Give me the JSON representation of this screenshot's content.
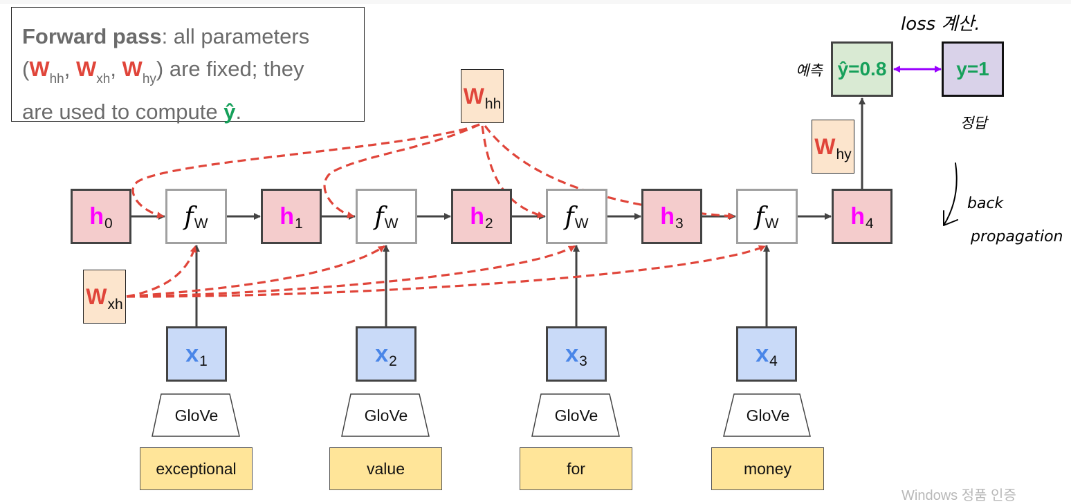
{
  "note": {
    "bold": "Forward pass",
    "text1": ": all parameters",
    "open_paren": "(",
    "w": "W",
    "w_hh_sub": "hh",
    "w_xh_sub": "xh",
    "w_hy_sub": "hy",
    "sep": ", ",
    "text2": ") are fixed; they",
    "text3": "are used to compute ",
    "yhat": "ŷ",
    "period": "."
  },
  "hidden_states": [
    {
      "label": "h",
      "sub": "0"
    },
    {
      "label": "h",
      "sub": "1"
    },
    {
      "label": "h",
      "sub": "2"
    },
    {
      "label": "h",
      "sub": "3"
    },
    {
      "label": "h",
      "sub": "4"
    }
  ],
  "cells": [
    {
      "label": "f",
      "sub": "W"
    },
    {
      "label": "f",
      "sub": "W"
    },
    {
      "label": "f",
      "sub": "W"
    },
    {
      "label": "f",
      "sub": "W"
    }
  ],
  "inputs": [
    {
      "label": "x",
      "sub": "1"
    },
    {
      "label": "x",
      "sub": "2"
    },
    {
      "label": "x",
      "sub": "3"
    },
    {
      "label": "x",
      "sub": "4"
    }
  ],
  "embedding_label": "GloVe",
  "words": [
    "exceptional",
    "value",
    "for",
    "money"
  ],
  "weights": {
    "w": "W",
    "hh": "hh",
    "xh": "xh",
    "hy": "hy"
  },
  "output": {
    "prediction": "ŷ=0.8",
    "target": "y=1"
  },
  "handwritten": {
    "loss": "loss 계산.",
    "prediction_note": "예측",
    "answer_note": "정답",
    "backprop_line1": "back",
    "backprop_line2": "propagation"
  },
  "watermark": "Windows 정품 인증",
  "colors": {
    "hidden_fill": "#f4cccc",
    "input_fill": "#c9daf8",
    "weight_fill": "#fce5cd",
    "word_fill": "#ffe599",
    "pred_fill": "#d9ead3",
    "target_fill": "#d9d2e9",
    "dashed_red": "#e0453a",
    "loss_arrow": "#9900ff",
    "h_label": "#ff00ff",
    "x_label": "#4a86e8",
    "y_label": "#16a05a"
  }
}
